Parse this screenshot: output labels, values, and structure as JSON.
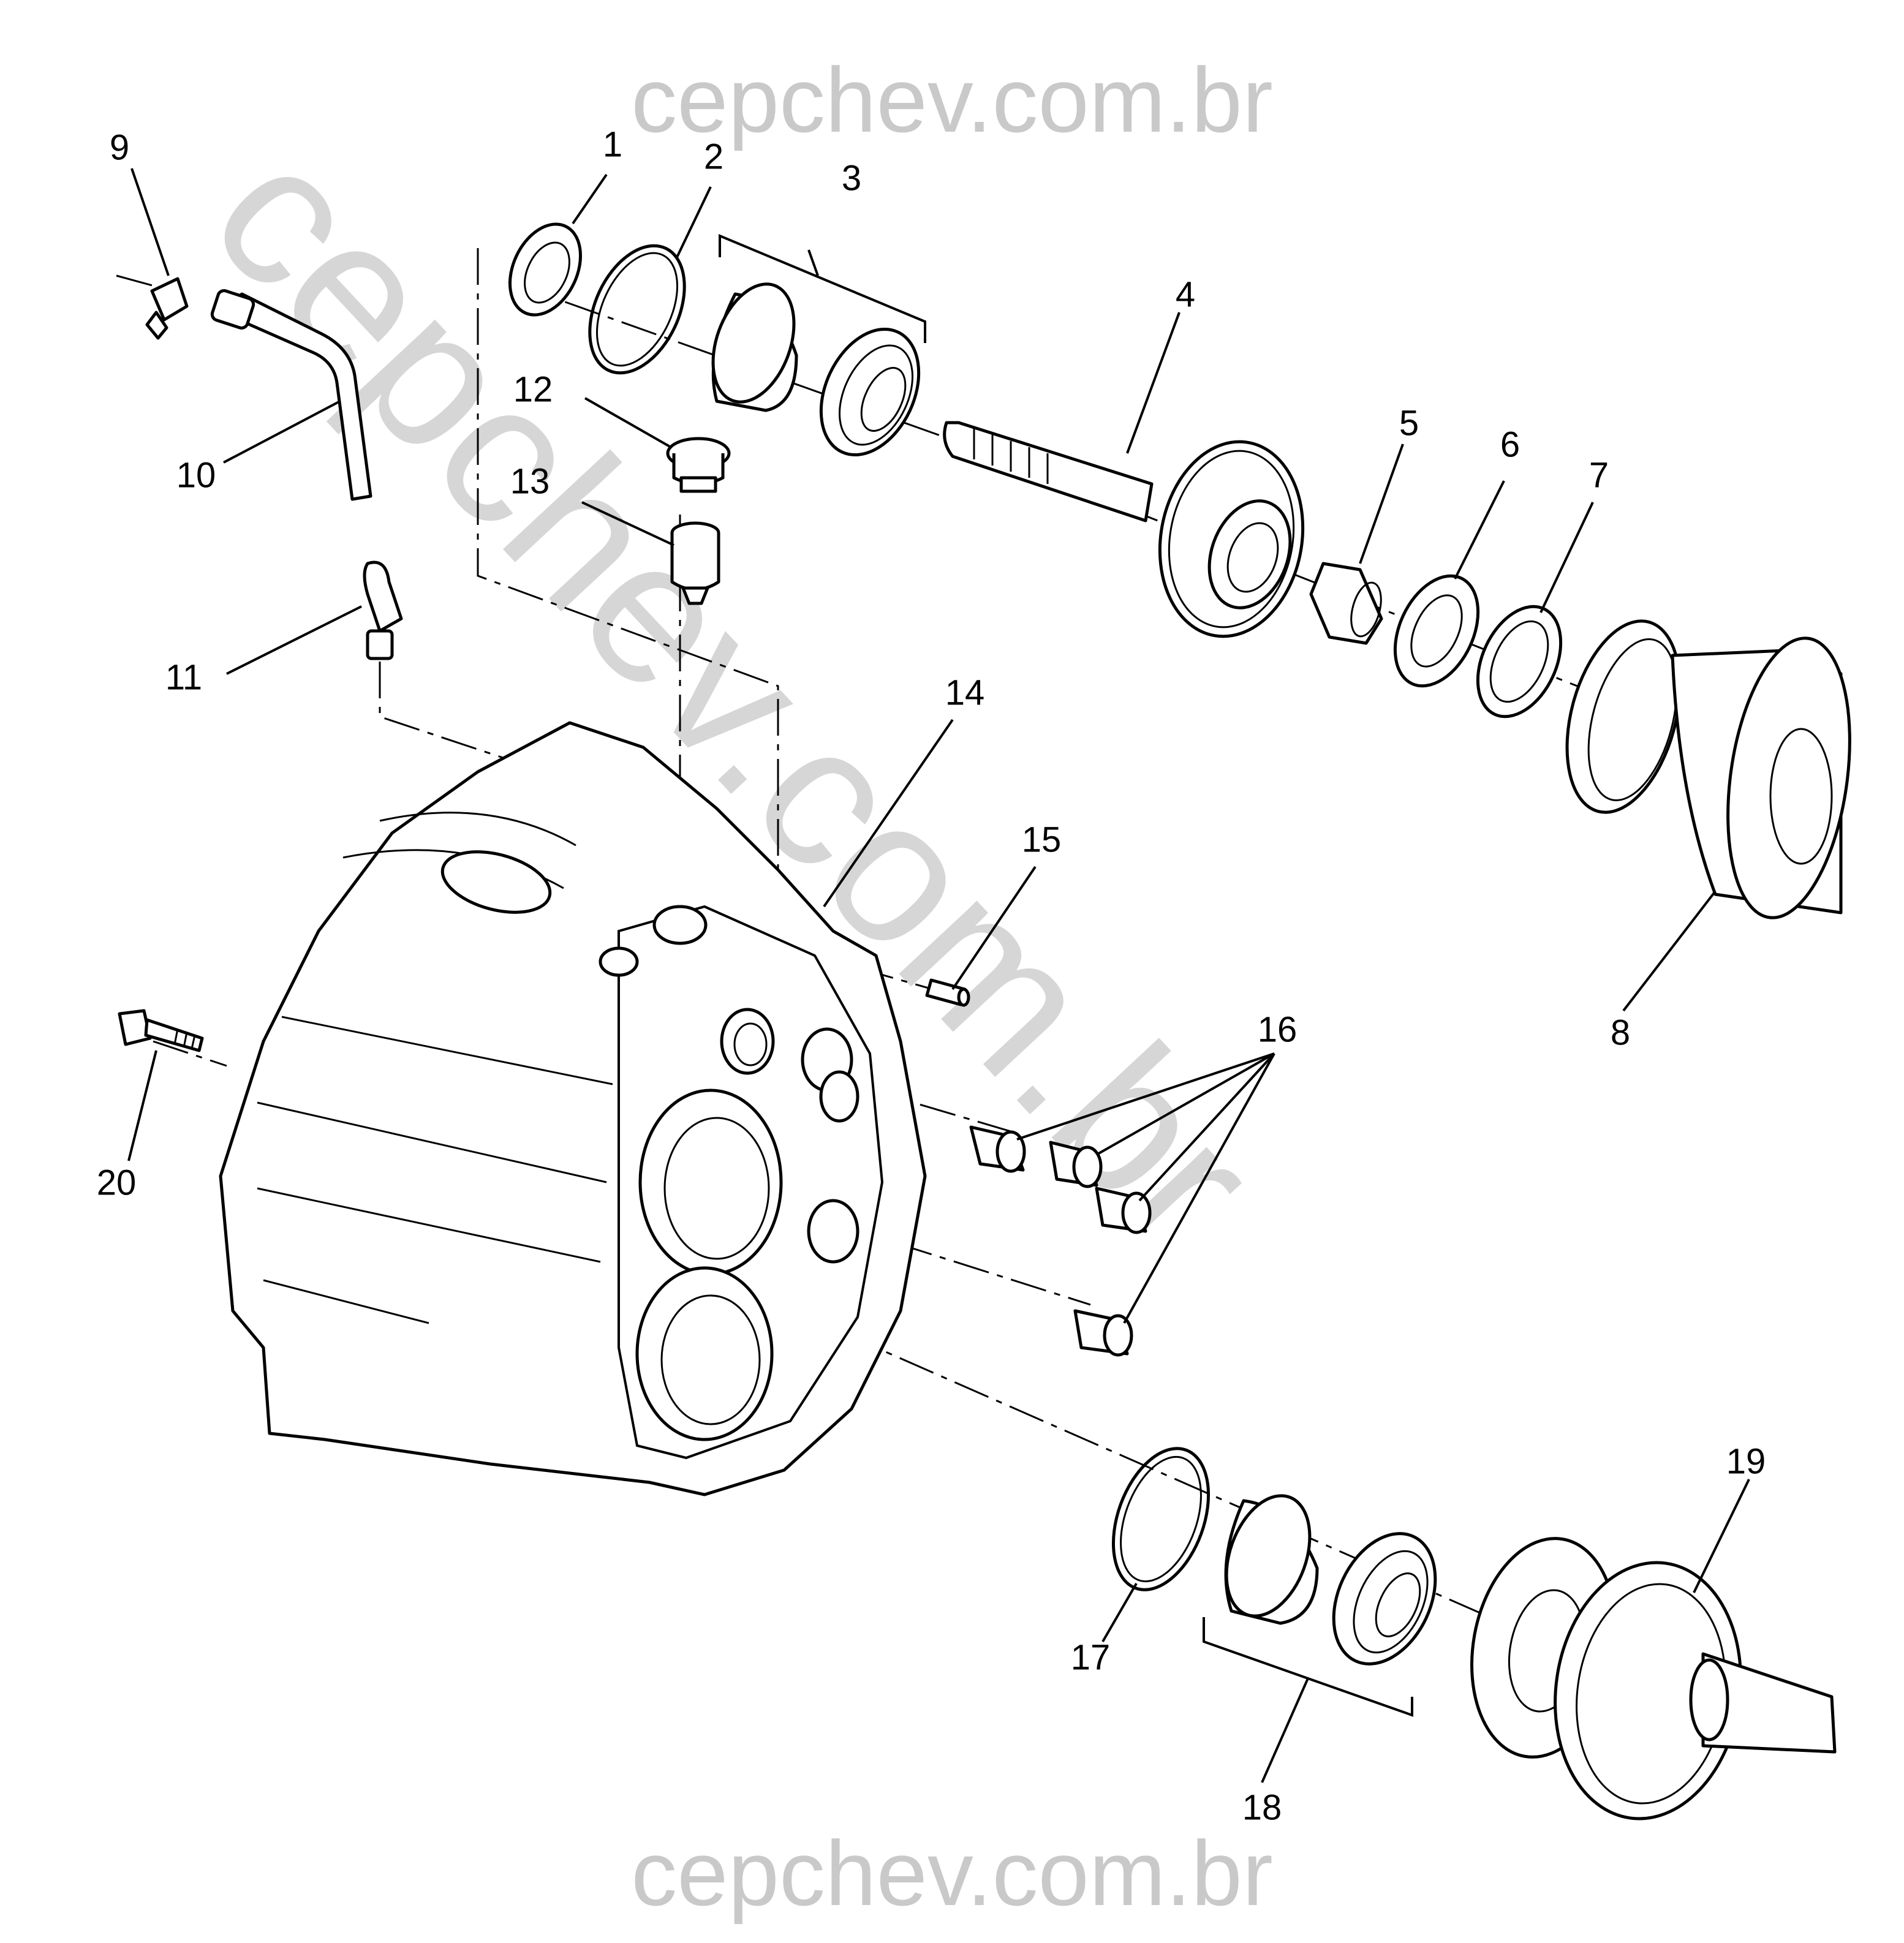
{
  "watermark": {
    "top": "cepchev.com.br",
    "bottom": "cepchev.com.br",
    "diagonal": "cepchev.com.br"
  },
  "callouts": [
    "1",
    "2",
    "3",
    "4",
    "5",
    "6",
    "7",
    "8",
    "9",
    "10",
    "11",
    "12",
    "13",
    "14",
    "15",
    "16",
    "17",
    "18",
    "19",
    "20"
  ]
}
